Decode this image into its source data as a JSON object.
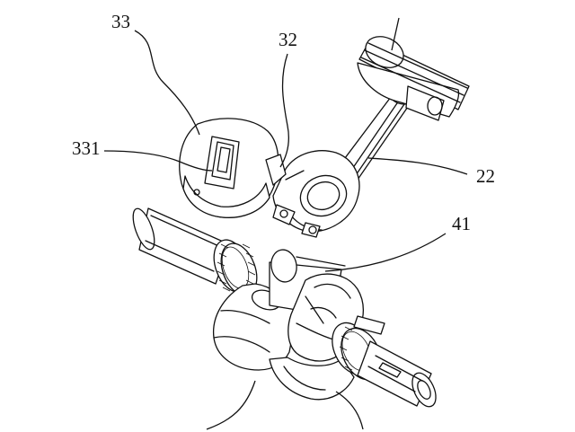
{
  "labels": {
    "label_33": "33",
    "label_32": "32",
    "label_331": "331",
    "label_22": "22",
    "label_41": "41"
  }
}
